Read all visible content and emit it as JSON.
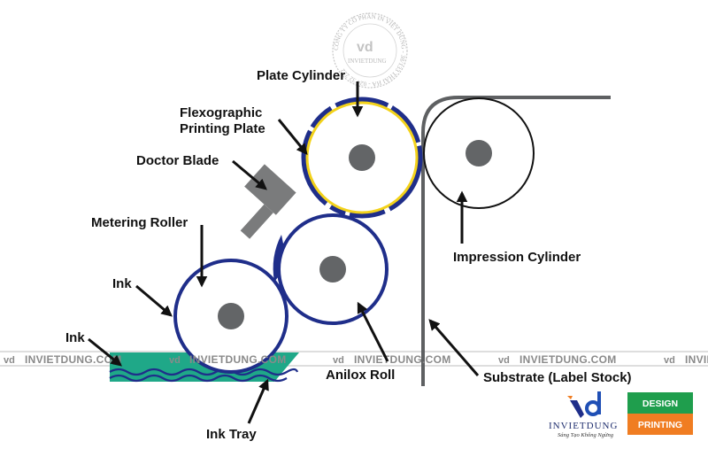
{
  "labels": {
    "plate_cylinder": "Plate Cylinder",
    "flexo_plate_line1": "Flexographic",
    "flexo_plate_line2": "Printing Plate",
    "doctor_blade": "Doctor Blade",
    "metering_roller": "Metering Roller",
    "ink_upper": "Ink",
    "ink_lower": "Ink",
    "ink_tray": "Ink Tray",
    "anilox_roll": "Anilox Roll",
    "impression_cylinder": "Impression Cylinder",
    "substrate": "Substrate (Label Stock)"
  },
  "watermark": {
    "text": "INVIETDUNG.COM",
    "logo": "vd",
    "stamp_title": "INVIETDUNG",
    "stamp_ring": "CÔNG TY CỔ PHẦN IN VIỆT DŨNG - 38/133 THÁI HÀ - 024 32 222"
  },
  "brand": {
    "name": "INVIETDUNG",
    "slogan": "Sáng Tạo Không Ngừng",
    "tag1": "DESIGN",
    "tag2": "PRINTING",
    "tag1_color": "#1f9e4d",
    "tag2_color": "#f07d22"
  },
  "colors": {
    "roller_stroke": "#1f2e8a",
    "plate_yellow": "#f3d21a",
    "ink_green": "#1fa888",
    "hub_gray": "#636567",
    "substrate_gray": "#5e6062",
    "blade_gray": "#7a7b7c"
  }
}
